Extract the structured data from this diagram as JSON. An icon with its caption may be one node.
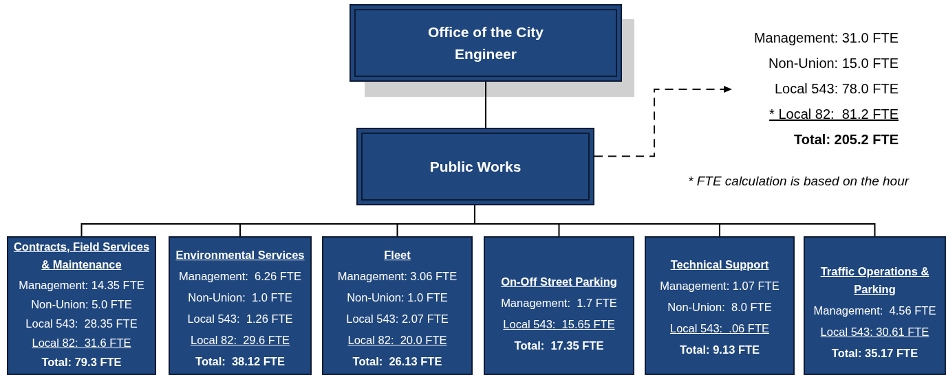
{
  "diagram": {
    "nodes": [
      {
        "text": [
          "Office of the City Engineer"
        ]
      },
      {
        "text": [
          "Public Works"
        ]
      },
      {
        "text": [
          "Management: 31.0 FTE",
          "Non-Union: 15.0 FTE",
          "Local 543: 78.0 FTE",
          "* Local 82:  81.2 FTE",
          "Total: 205.2 FTE"
        ]
      },
      {
        "text": [
          "Contracts, Field Services & Maintenance",
          "Management: 14.35 FTE",
          "Non-Union: 5.0 FTE",
          "Local 543:  28.35 FTE",
          "Local 82:  31.6 FTE",
          "Total: 79.3 FTE"
        ]
      },
      {
        "text": [
          "Environmental Services",
          "Management:  6.26 FTE",
          "Non-Union:  1.0 FTE",
          "Local 543:  1.26 FTE",
          "Local 82:  29.6 FTE",
          "Total:  38.12 FTE"
        ]
      },
      {
        "text": [
          "Fleet",
          "Management: 3.06 FTE",
          "Non-Union: 1.0 FTE",
          "Local 543: 2.07 FTE",
          "Local 82:  20.0 FTE",
          "Total:  26.13 FTE"
        ]
      },
      {
        "text": [
          "On-Off Street Parking",
          "Management:  1.7 FTE",
          "Local 543:  15.65 FTE",
          "Total:  17.35 FTE"
        ]
      },
      {
        "text": [
          "Technical Support",
          "Management: 1.07 FTE",
          "Non-Union:  8.0 FTE",
          "Local 543:  .06 FTE",
          "Total: 9.13 FTE"
        ]
      },
      {
        "text": [
          "Traffic Operations & Parking",
          "Management:  4.56 FTE",
          "Local 543: 30.61 FTE",
          "Total: 35.17 FTE"
        ]
      }
    ],
    "edges": [
      {
        "from": 0,
        "to": 1,
        "arrow": "none"
      },
      {
        "from": 1,
        "to": 2,
        "arrow": "to",
        "style": "dashed"
      },
      {
        "from": 1,
        "to": 3,
        "arrow": "none"
      },
      {
        "from": 1,
        "to": 4,
        "arrow": "none"
      },
      {
        "from": 1,
        "to": 5,
        "arrow": "none"
      },
      {
        "from": 1,
        "to": 6,
        "arrow": "none"
      },
      {
        "from": 1,
        "to": 7,
        "arrow": "none"
      },
      {
        "from": 1,
        "to": 8,
        "arrow": "none"
      }
    ],
    "labels": [
      "* FTE calculation is based on the hour"
    ]
  }
}
